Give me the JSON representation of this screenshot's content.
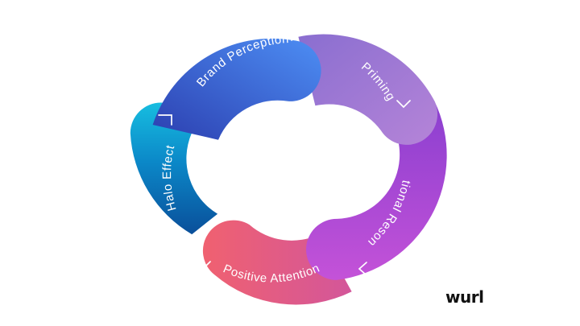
{
  "cycle": {
    "segments": [
      {
        "label": "Brand Perception",
        "color_start": "#3f64dc",
        "color_end": "#4a86f0"
      },
      {
        "label": "Priming",
        "color_start": "#8b6fd0",
        "color_end": "#b07fd8"
      },
      {
        "label": "Emotional Resonance",
        "color_start": "#a04fd8",
        "color_end": "#c24fd6"
      },
      {
        "label": "Positive Attention",
        "color_start": "#ea5f77",
        "color_end": "#e05d86"
      },
      {
        "label": "Halo Effect",
        "color_start": "#0b88c8",
        "color_end": "#17bde0"
      }
    ]
  },
  "logo": {
    "text": "wurl"
  }
}
